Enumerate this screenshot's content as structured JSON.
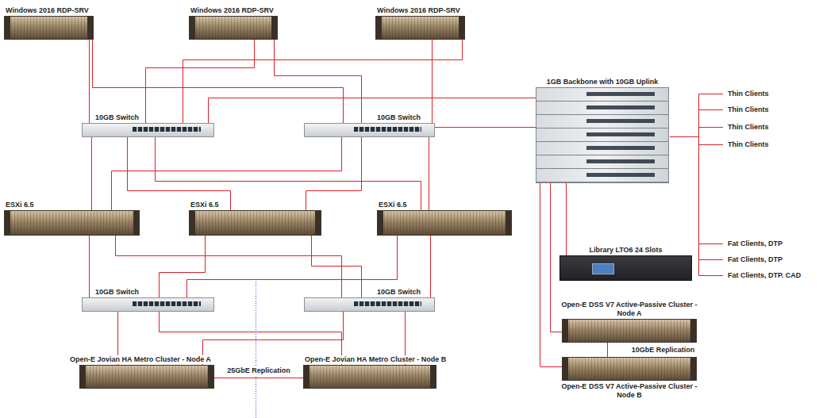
{
  "diagram": {
    "nodes": [
      {
        "text": [
          "Windows 2016 RDP-SRV"
        ]
      },
      {
        "text": [
          "Windows 2016 RDP-SRV"
        ]
      },
      {
        "text": [
          "Windows 2016 RDP-SRV"
        ]
      },
      {
        "text": [
          "10GB Switch"
        ]
      },
      {
        "text": [
          "10GB Switch"
        ]
      },
      {
        "text": [
          "1GB Backbone with 10GB Uplink"
        ]
      },
      {
        "text": [
          "ESXi 6.5"
        ]
      },
      {
        "text": [
          "ESXi 6.5"
        ]
      },
      {
        "text": [
          "ESXi 6.5"
        ]
      },
      {
        "text": [
          "10GB Switch"
        ]
      },
      {
        "text": [
          "10GB Switch"
        ]
      },
      {
        "text": [
          "Open-E Jovian HA Metro Cluster - Node A"
        ]
      },
      {
        "text": [
          "Open-E Jovian HA Metro Cluster - Node B"
        ]
      },
      {
        "text": [
          "Library LTO6 24 Slots"
        ]
      },
      {
        "text": [
          "Open-E DSS V7 Active-Passive Cluster - Node A"
        ]
      },
      {
        "text": [
          "Open-E DSS V7 Active-Passive Cluster - Node B"
        ]
      }
    ],
    "edges": [
      {
        "from": 0,
        "to": 3,
        "arrow": "none"
      },
      {
        "from": 0,
        "to": 4,
        "arrow": "none"
      },
      {
        "from": 1,
        "to": 3,
        "arrow": "none"
      },
      {
        "from": 1,
        "to": 4,
        "arrow": "none"
      },
      {
        "from": 2,
        "to": 3,
        "arrow": "none"
      },
      {
        "from": 2,
        "to": 4,
        "arrow": "none"
      },
      {
        "from": 3,
        "to": 5,
        "arrow": "none"
      },
      {
        "from": 4,
        "to": 5,
        "arrow": "none"
      },
      {
        "from": 3,
        "to": 6,
        "arrow": "none"
      },
      {
        "from": 3,
        "to": 7,
        "arrow": "none"
      },
      {
        "from": 3,
        "to": 8,
        "arrow": "none"
      },
      {
        "from": 4,
        "to": 6,
        "arrow": "none"
      },
      {
        "from": 4,
        "to": 7,
        "arrow": "none"
      },
      {
        "from": 4,
        "to": 8,
        "arrow": "none"
      },
      {
        "from": 6,
        "to": 9,
        "arrow": "none"
      },
      {
        "from": 6,
        "to": 10,
        "arrow": "none"
      },
      {
        "from": 7,
        "to": 9,
        "arrow": "none"
      },
      {
        "from": 7,
        "to": 10,
        "arrow": "none"
      },
      {
        "from": 8,
        "to": 9,
        "arrow": "none"
      },
      {
        "from": 8,
        "to": 10,
        "arrow": "none"
      },
      {
        "from": 9,
        "to": 11,
        "arrow": "none"
      },
      {
        "from": 9,
        "to": 12,
        "arrow": "none"
      },
      {
        "from": 10,
        "to": 11,
        "arrow": "none"
      },
      {
        "from": 10,
        "to": 12,
        "arrow": "none"
      },
      {
        "from": 11,
        "to": 12,
        "arrow": "none",
        "label": "25GbE Replication"
      },
      {
        "from": 5,
        "to": 13,
        "arrow": "none"
      },
      {
        "from": 5,
        "to": 14,
        "arrow": "none"
      },
      {
        "from": 5,
        "to": 15,
        "arrow": "none"
      },
      {
        "from": 14,
        "to": 15,
        "arrow": "none",
        "label": "10GbE Replication"
      }
    ],
    "labels": [
      "Thin Clients",
      "Thin Clients",
      "Thin Clients",
      "Thin Clients",
      "Fat Clients, DTP",
      "Fat Clients, DTP",
      "Fat Clients, DTP. CAD"
    ]
  }
}
